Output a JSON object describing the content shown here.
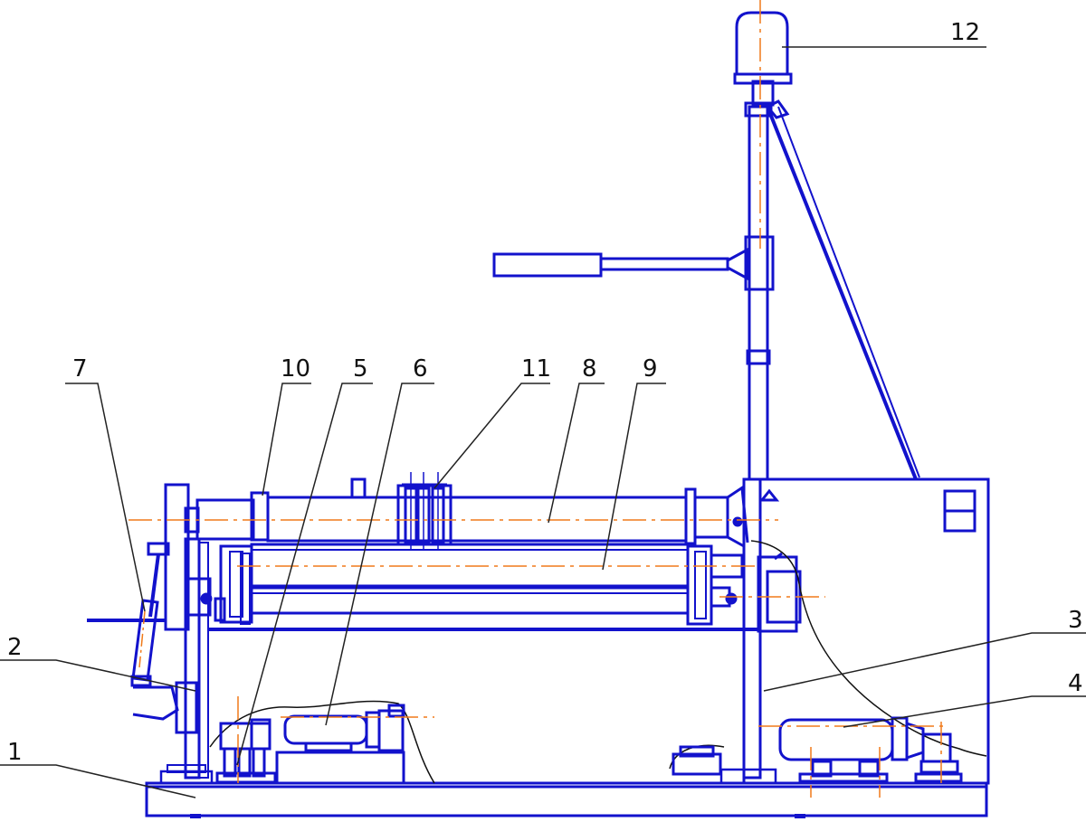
{
  "colors": {
    "body": "#1212cc",
    "axis": "#f07a1a",
    "leader": "#222222",
    "background": "#ffffff"
  },
  "callouts": [
    {
      "id": "1",
      "text": "1"
    },
    {
      "id": "2",
      "text": "2"
    },
    {
      "id": "3",
      "text": "3"
    },
    {
      "id": "4",
      "text": "4"
    },
    {
      "id": "5",
      "text": "5"
    },
    {
      "id": "6",
      "text": "6"
    },
    {
      "id": "7",
      "text": "7"
    },
    {
      "id": "8",
      "text": "8"
    },
    {
      "id": "9",
      "text": "9"
    },
    {
      "id": "10",
      "text": "10"
    },
    {
      "id": "11",
      "text": "11"
    },
    {
      "id": "12",
      "text": "12"
    }
  ]
}
